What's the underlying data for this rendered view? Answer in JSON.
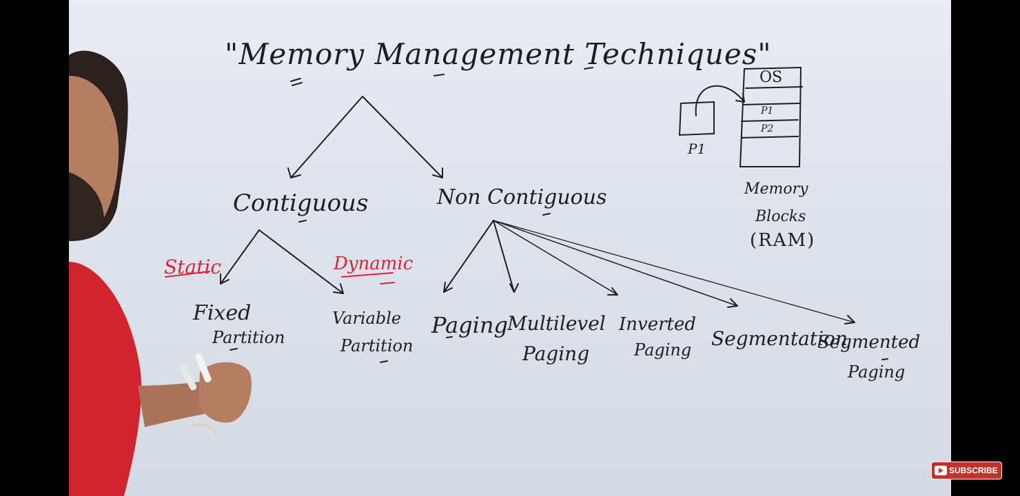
{
  "board": {
    "title": "\"Memory Management Techniques\"",
    "contiguous": "Contiguous",
    "non_contiguous": "Non Contiguous",
    "static_label": "Static",
    "dynamic_label": "Dynamic",
    "fixed": "Fixed",
    "fixed_partition": "Partition",
    "variable": "Variable",
    "variable_partition": "Partition",
    "paging": "Paging",
    "multilevel": "Multilevel",
    "multilevel_paging": "Paging",
    "inverted": "Inverted",
    "inverted_paging": "Paging",
    "segmentation": "Segmentation",
    "segmented": "Segmented",
    "segmented_paging": "Paging",
    "ram_os": "OS",
    "ram_p1": "P1",
    "ram_p2": "P2",
    "process_label": "P1",
    "memory_line1": "Memory",
    "memory_line2": "Blocks",
    "memory_line3": "(RAM)"
  },
  "player": {
    "subscribe_label": "SUBSCRIBE"
  },
  "colors": {
    "ink": "#1d1d23",
    "red_marker": "#d8243a",
    "whiteboard": "#e4e8f0",
    "subscribe_red": "#c4302b"
  }
}
